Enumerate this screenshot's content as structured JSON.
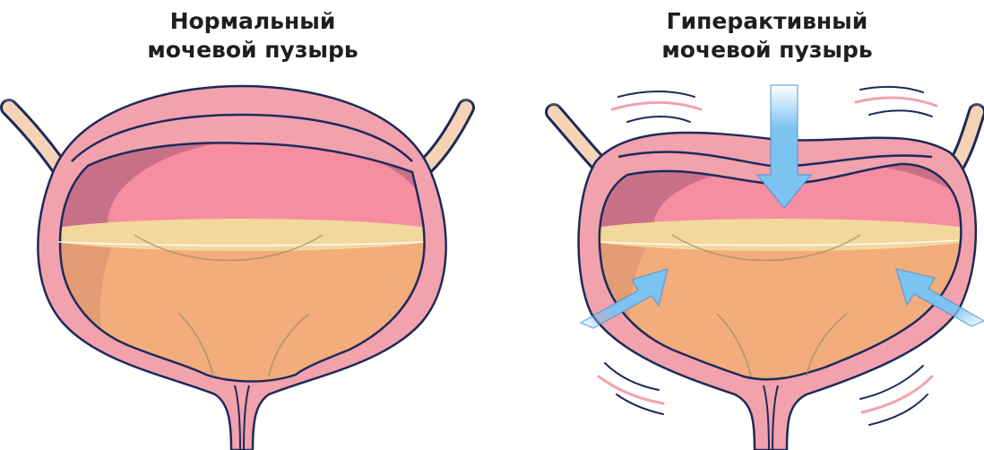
{
  "panels": [
    {
      "title_line1": "Нормальный",
      "title_line2": "мочевой пузырь"
    },
    {
      "title_line1": "Гиперактивный",
      "title_line2": "мочевой пузырь"
    }
  ],
  "colors": {
    "wall": "#f2a2ad",
    "outline": "#1d2a5a",
    "cavity_top": "#c97089",
    "cavity_pink": "#f58ea1",
    "urine": "#f3ac7c",
    "urine_surface": "#f4d79d",
    "arrow": "#7cc3f2"
  },
  "icons": [
    "arrow-down-icon",
    "arrow-diagonal-icon",
    "vibration-lines-icon"
  ]
}
